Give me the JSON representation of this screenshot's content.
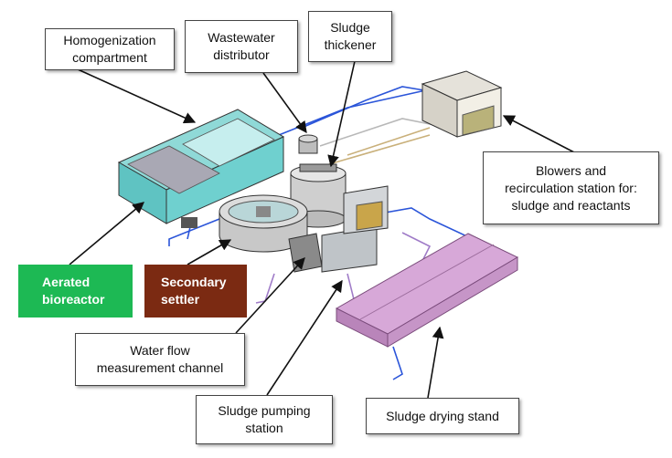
{
  "labels": {
    "homogenization": [
      "Homogenization",
      "compartment"
    ],
    "wastewater_distributor": [
      "Wastewater",
      "distributor"
    ],
    "sludge_thickener": [
      "Sludge",
      "thickener"
    ],
    "blowers": [
      "Blowers and",
      "recirculation station for:",
      "sludge and reactants"
    ],
    "aerated_bioreactor": [
      "Aerated",
      "bioreactor"
    ],
    "secondary_settler": [
      "Secondary",
      "settler"
    ],
    "water_flow": [
      "Water flow",
      "measurement channel"
    ],
    "sludge_pumping": [
      "Sludge pumping",
      "station"
    ],
    "sludge_drying": [
      "Sludge drying stand"
    ]
  },
  "colors": {
    "aerated_bioreactor_fill": "#1db954",
    "secondary_settler_fill": "#7b2a12",
    "tank_fill": "#6fd0cf",
    "drying_stand_fill": "#d7a8d8",
    "pipe_blue": "#2b55d9",
    "pipe_purple": "#a07cc8"
  }
}
